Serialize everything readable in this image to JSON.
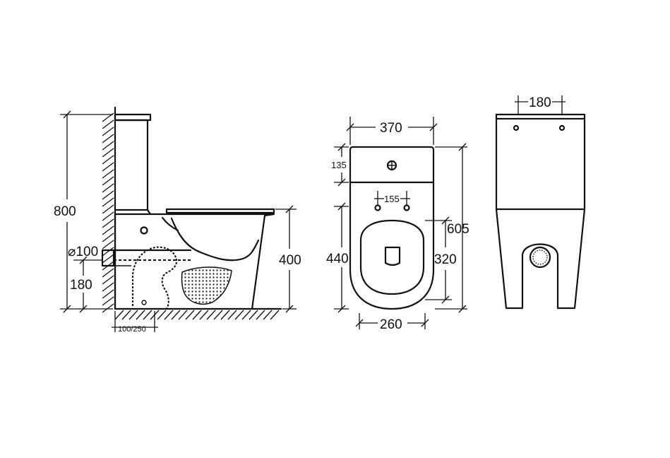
{
  "side_view": {
    "height_total": "800",
    "height_rim": "400",
    "pipe_diameter": "⌀100",
    "pipe_height": "180",
    "setout": "100/250"
  },
  "top_view": {
    "width": "370",
    "depth_tank": "135",
    "hinge_spacing": "155",
    "length_total": "605",
    "length_bowl": "440",
    "bowl_inner": "320",
    "bowl_width": "260"
  },
  "rear_view": {
    "tank_width": "180"
  }
}
